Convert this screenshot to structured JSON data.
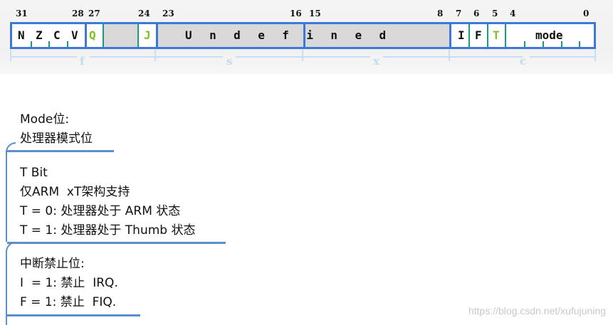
{
  "bit_numbers": [
    "31",
    "28",
    "27",
    "24",
    "23",
    "16",
    "15",
    "8",
    "7",
    "6",
    "5",
    "4",
    "0"
  ],
  "flags": {
    "n": "N",
    "z": "Z",
    "c": "C",
    "v": "V",
    "q": "Q",
    "j": "J",
    "undefined_text": "U n d e f i n e d",
    "i": "I",
    "f": "F",
    "t": "T",
    "mode": "mode"
  },
  "fields": [
    "f",
    "s",
    "x",
    "c"
  ],
  "notes": {
    "mode": [
      "Mode位:",
      "处理器模式位"
    ],
    "tbit": [
      "T Bit",
      "仅ARM  xT架构支持",
      "T = 0: 处理器处于 ARM 状态",
      "T = 1: 处理器处于 Thumb 状态"
    ],
    "interrupt": [
      "中断禁止位:",
      "I  = 1: 禁止  IRQ.",
      "F = 1: 禁止  FIQ."
    ]
  },
  "watermark": "https://blog.csdn.net/xufujuning",
  "colors": {
    "register_border": "#3c78d8",
    "green_flag": "#7cc220",
    "tick": "#1a9a82",
    "field_label": "#bfdcec",
    "note_underline": "#5b8fce"
  }
}
